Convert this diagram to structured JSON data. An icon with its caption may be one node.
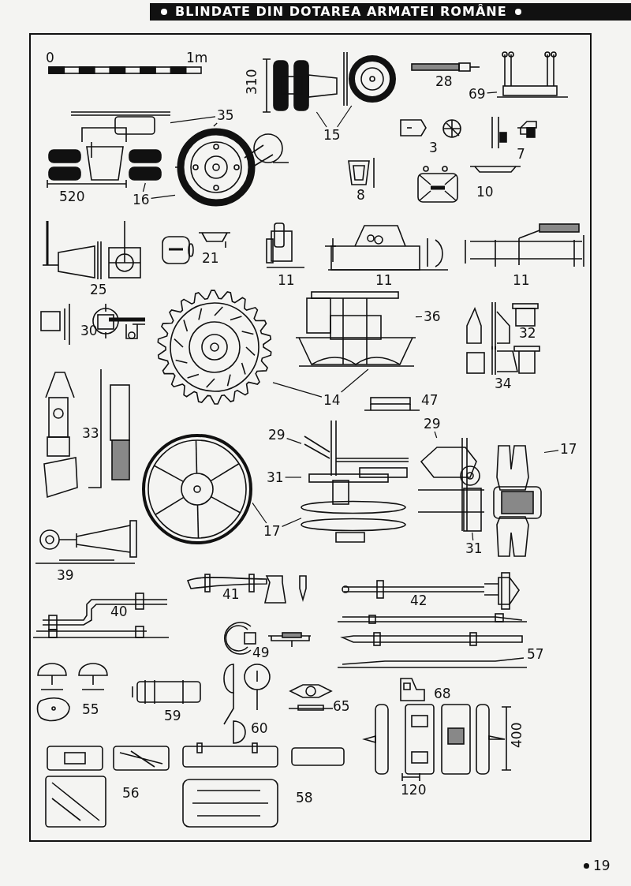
{
  "diagram": {
    "title": "BLINDATE DIN DOTAREA ARMATEI ROMÂNE",
    "nodes": [
      {
        "text": [],
        "shape": "picture"
      },
      {
        "text": [],
        "shape": "picture"
      },
      {
        "text": [
          "15"
        ]
      },
      {
        "text": [],
        "shape": "picture"
      },
      {
        "text": [
          "69"
        ]
      },
      {
        "text": [],
        "shape": "picture"
      },
      {
        "text": [
          "35"
        ]
      },
      {
        "text": [],
        "shape": "picture"
      },
      {
        "text": [
          "16"
        ]
      },
      {
        "text": [],
        "shape": "picture"
      },
      {
        "text": [],
        "shape": "picture"
      },
      {
        "text": [
          "36"
        ]
      },
      {
        "text": [
          "14"
        ]
      },
      {
        "text": [],
        "shape": "picture"
      },
      {
        "text": [
          "29"
        ]
      },
      {
        "text": [],
        "shape": "picture"
      },
      {
        "text": [
          "31"
        ]
      },
      {
        "text": [
          "29"
        ]
      },
      {
        "text": [],
        "shape": "picture"
      },
      {
        "text": [
          "17"
        ]
      },
      {
        "text": [],
        "shape": "picture"
      },
      {
        "text": [
          "17"
        ]
      },
      {
        "text": [
          "31"
        ]
      }
    ],
    "edges": [
      {
        "from": 2,
        "to": 0,
        "arrow": "none"
      },
      {
        "from": 2,
        "to": 1,
        "arrow": "none"
      },
      {
        "from": 4,
        "to": 3,
        "arrow": "none"
      },
      {
        "from": 6,
        "to": 5,
        "arrow": "none"
      },
      {
        "from": 6,
        "to": 7,
        "arrow": "none"
      },
      {
        "from": 8,
        "to": 5,
        "arrow": "none"
      },
      {
        "from": 8,
        "to": 7,
        "arrow": "none"
      },
      {
        "from": 11,
        "to": 10,
        "arrow": "none"
      },
      {
        "from": 12,
        "to": 9,
        "arrow": "none"
      },
      {
        "from": 12,
        "to": 10,
        "arrow": "none"
      },
      {
        "from": 14,
        "to": 15,
        "arrow": "none"
      },
      {
        "from": 16,
        "to": 15,
        "arrow": "none"
      },
      {
        "from": 17,
        "to": 18,
        "arrow": "none"
      },
      {
        "from": 19,
        "to": 20,
        "arrow": "none"
      },
      {
        "from": 21,
        "to": 13,
        "arrow": "none"
      },
      {
        "from": 21,
        "to": 15,
        "arrow": "none"
      },
      {
        "from": 22,
        "to": 18,
        "arrow": "none"
      }
    ],
    "labels": [
      "0",
      "1m",
      "28",
      "310",
      "3",
      "7",
      "520",
      "8",
      "10",
      "21",
      "25",
      "11",
      "11",
      "11",
      "30",
      "32",
      "34",
      "47",
      "33",
      "39",
      "41",
      "42",
      "40",
      "49",
      "57",
      "68",
      "55",
      "65",
      "59",
      "60",
      "400",
      "56",
      "58",
      "120",
      "19"
    ]
  }
}
